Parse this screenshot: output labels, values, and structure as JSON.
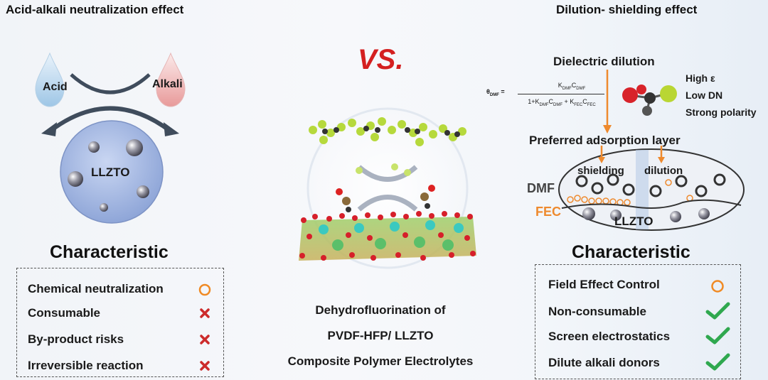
{
  "left": {
    "title": "Acid-alkali neutralization effect",
    "acid_label": "Acid",
    "alkali_label": "Alkali",
    "particle_label": "LLZTO",
    "characteristic_title": "Characteristic",
    "rows": [
      {
        "text": "Chemical neutralization",
        "mark": "circle"
      },
      {
        "text": "Consumable",
        "mark": "cross"
      },
      {
        "text": "By-product risks",
        "mark": "cross"
      },
      {
        "text": "Irreversible reaction",
        "mark": "cross"
      }
    ]
  },
  "center": {
    "vs": "VS.",
    "caption_lines": [
      "Dehydrofluorination of",
      "PVDF-HFP/ LLZTO",
      "Composite Polymer Electrolytes"
    ]
  },
  "right": {
    "title": "Dilution- shielding effect",
    "dielectric_label": "Dielectric dilution",
    "properties": [
      "High ε",
      "Low DN",
      "Strong polarity"
    ],
    "adsorption_label": "Preferred adsorption layer",
    "shielding_label": "shielding",
    "dilution_label": "dilution",
    "dmf_label": "DMF",
    "fec_label": "FEC",
    "particle_label": "LLZTO",
    "characteristic_title": "Characteristic",
    "rows": [
      {
        "text": "Field Effect Control",
        "mark": "circle"
      },
      {
        "text": "Non-consumable",
        "mark": "check"
      },
      {
        "text": "Screen electrostatics",
        "mark": "check"
      },
      {
        "text": "Dilute alkali donors",
        "mark": "check"
      }
    ]
  },
  "colors": {
    "cross": "#cc2b2b",
    "check": "#2fa84f",
    "circle": "#f08a24",
    "vs": "#d42020",
    "arrow_orange": "#ee8a2e",
    "fec": "#ee8a2e"
  },
  "equation": {
    "lhs": "θDMF =",
    "numerator": "KDMFCDMF",
    "denominator": "1+KDMFCDMF + KFECCFEC"
  }
}
